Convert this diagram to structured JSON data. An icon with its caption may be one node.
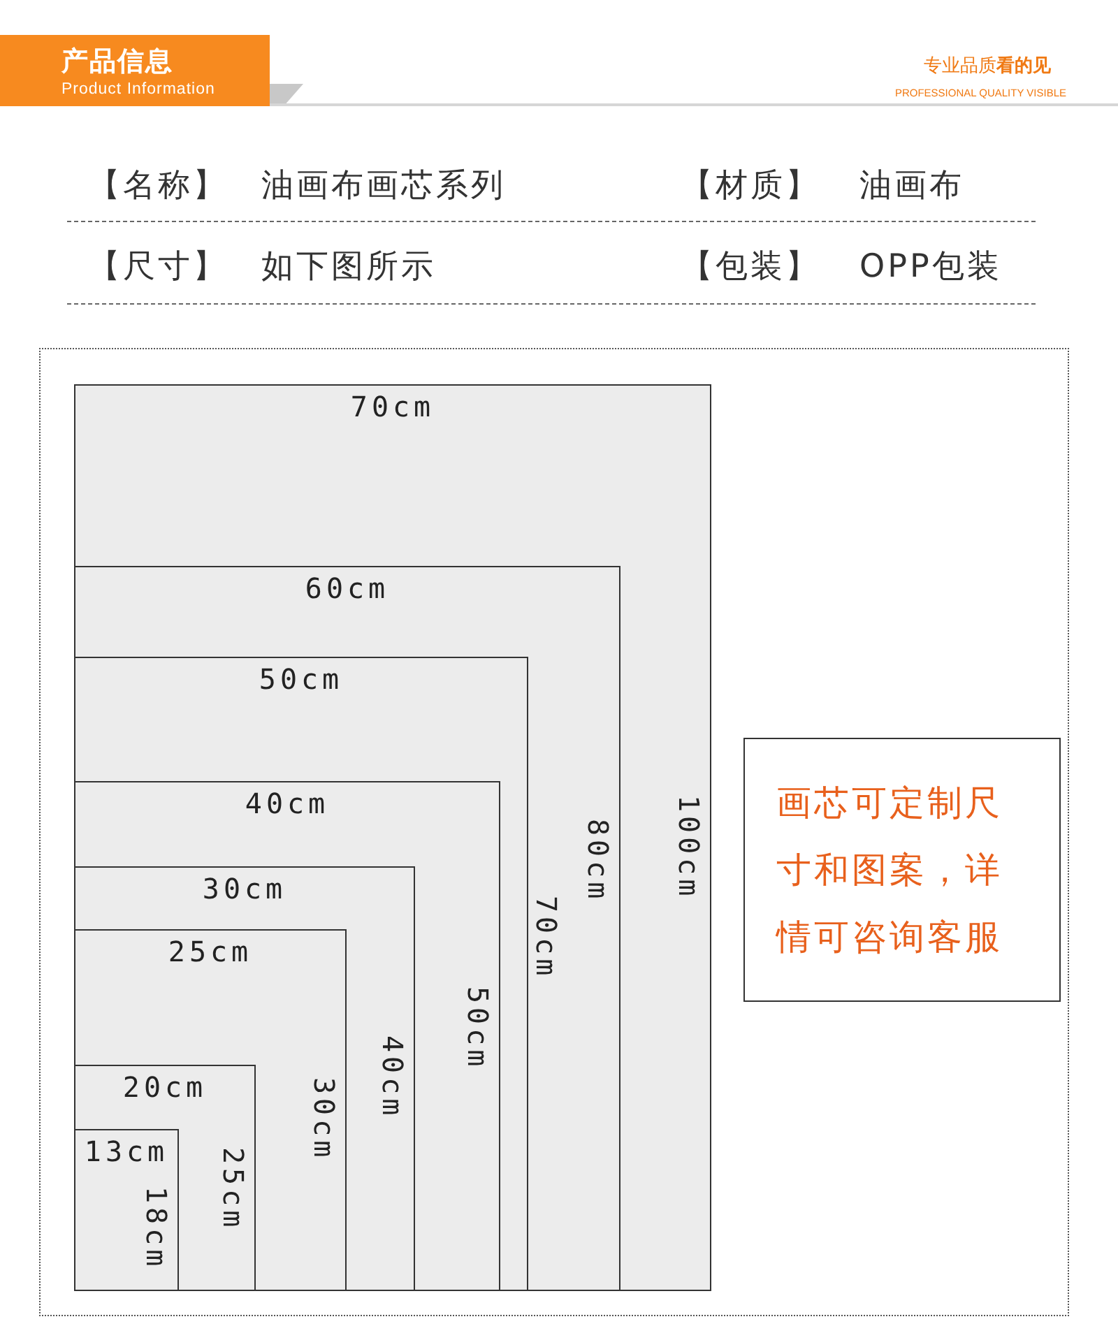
{
  "diagram": {
    "title": "产品信息",
    "nodes": [
      {
        "text": [
          "70cm",
          "100cm"
        ]
      },
      {
        "text": [
          "60cm",
          "80cm"
        ],
        "in": 0
      },
      {
        "text": [
          "50cm",
          "70cm"
        ],
        "in": 1
      },
      {
        "text": [
          "40cm",
          "50cm"
        ],
        "in": 2
      },
      {
        "text": [
          "30cm",
          "40cm"
        ],
        "in": 3
      },
      {
        "text": [
          "25cm",
          "30cm"
        ],
        "in": 4
      },
      {
        "text": [
          "20cm",
          "25cm"
        ],
        "in": 5
      },
      {
        "text": [
          "13cm",
          "18cm"
        ],
        "in": 6
      },
      {
        "text": [
          "画芯可定制尺寸和图案，详情可咨询客服"
        ]
      }
    ],
    "labels": [
      "Product Information",
      "专业品质**看的见**",
      "PROFESSIONAL QUALITY VISIBLE",
      "【名称】",
      "油画布画芯系列",
      "【材质】",
      "油画布",
      "【尺寸】",
      "如下图所示",
      "【包装】",
      "OPP包装"
    ]
  }
}
